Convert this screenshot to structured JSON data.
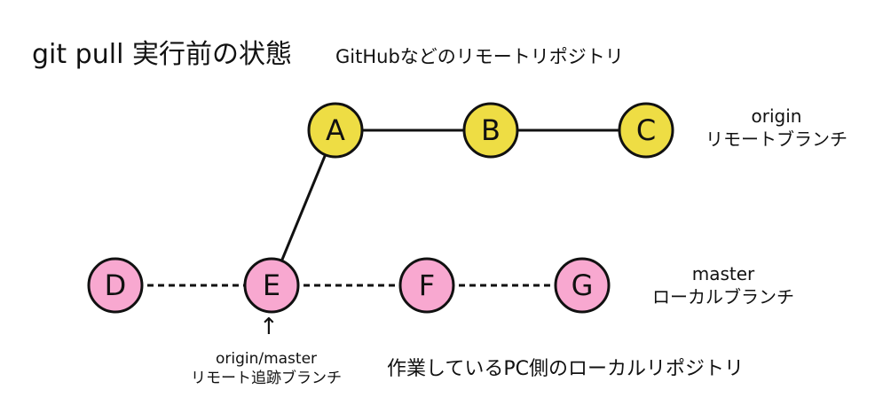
{
  "title": "git pull 実行前の状態",
  "remote_repo_label": "GitHubなどのリモートリポジトリ",
  "local_repo_label": "作業しているPC側のローカルリポジトリ",
  "origin_branch": {
    "line1": "origin",
    "line2": "リモートブランチ"
  },
  "master_branch": {
    "line1": "master",
    "line2": "ローカルブランチ"
  },
  "tracking_branch": {
    "line1": "origin/master",
    "line2": "リモート追跡ブランチ",
    "arrow": "↑"
  },
  "colors": {
    "remote_commit": "#eedd44",
    "local_commit": "#f8a8d0",
    "stroke": "#111111"
  },
  "commits": [
    {
      "id": "A",
      "group": "remote"
    },
    {
      "id": "B",
      "group": "remote"
    },
    {
      "id": "C",
      "group": "remote"
    },
    {
      "id": "D",
      "group": "local"
    },
    {
      "id": "E",
      "group": "local"
    },
    {
      "id": "F",
      "group": "local"
    },
    {
      "id": "G",
      "group": "local"
    }
  ],
  "edges": [
    {
      "from": "A",
      "to": "B",
      "style": "solid"
    },
    {
      "from": "B",
      "to": "C",
      "style": "solid"
    },
    {
      "from": "E",
      "to": "A",
      "style": "solid"
    },
    {
      "from": "D",
      "to": "E",
      "style": "dashed"
    },
    {
      "from": "E",
      "to": "F",
      "style": "dashed"
    },
    {
      "from": "F",
      "to": "G",
      "style": "dashed"
    }
  ]
}
